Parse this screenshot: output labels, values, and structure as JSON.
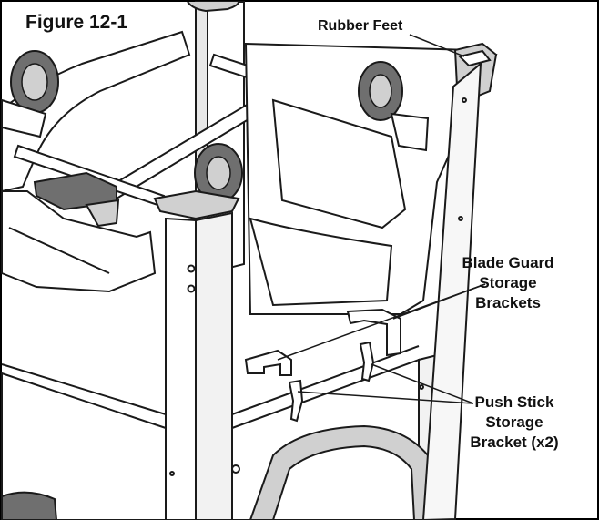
{
  "figure": {
    "title": "Figure 12-1",
    "labels": {
      "rubber_feet": "Rubber Feet",
      "blade_guard": [
        "Blade Guard",
        "Storage",
        "Brackets"
      ],
      "push_stick": [
        "Push Stick",
        "Storage",
        "Bracket (x2)"
      ]
    }
  },
  "colors": {
    "line": "#1a1a1a",
    "body_fill": "#ffffff",
    "shade": "#d0d0d0",
    "dark_shade": "#6f6f6f",
    "outer_frame": "#000000"
  }
}
